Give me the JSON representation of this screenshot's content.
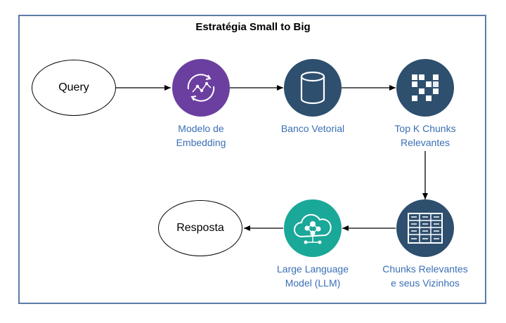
{
  "title": "Estratégia Small to Big",
  "nodes": {
    "query": "Query",
    "embedding": [
      "Modelo de",
      "Embedding"
    ],
    "vector_db": "Banco Vetorial",
    "top_k": [
      "Top K Chunks",
      "Relevantes"
    ],
    "neighbors": [
      "Chunks Relevantes",
      "e seus Vizinhos"
    ],
    "llm": [
      "Large Language",
      "Model (LLM)"
    ],
    "answer": "Resposta"
  },
  "colors": {
    "frame": "#5b7ca8",
    "embedding_icon": "#6b3fa0",
    "db_icon": "#2e4f6e",
    "llm_icon": "#1aa898",
    "label_text": "#3a6fb5"
  },
  "icons": {
    "embedding": "embedding-model-icon",
    "vector_db": "database-icon",
    "top_k": "chunks-grid-icon",
    "neighbors": "table-grid-icon",
    "llm": "cloud-network-icon"
  }
}
